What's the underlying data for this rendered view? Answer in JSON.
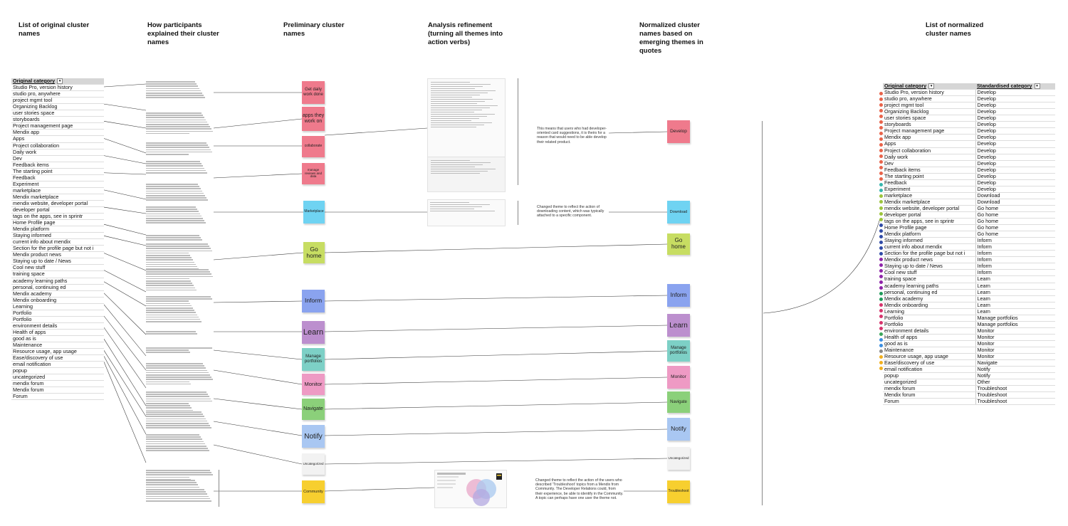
{
  "headers": [
    "List of original cluster names",
    "How participants explained their cluster names",
    "Preliminary cluster names",
    "Analysis refinement (turning all themes into action verbs)",
    "Normalized cluster names based on emerging themes in quotes",
    "List of normalized cluster names"
  ],
  "left_table": {
    "header": "Original category",
    "rows": [
      "Studio Pro, version history",
      "studio pro, anywhere",
      "project mgmt tool",
      "Organizing Backlog",
      "user stories space",
      "storyboards",
      "Project management page",
      "Mendix app",
      "Apps",
      "Project collaboration",
      "Daily work",
      "Dev",
      "Feedback items",
      "The starting point",
      "Feedback",
      "Experiment",
      "marketplace",
      "Mendix marketplace",
      "mendix website, developer portal",
      "developer portal",
      "tags on the apps, see in sprintr",
      "Home Profile page",
      "Mendix platform",
      "Staying informed",
      "current info about mendix",
      "Section for the profile page but not i",
      "Mendix product news",
      "Staying up to date / News",
      "Cool new stuff",
      "training space",
      "academy learning paths",
      "personal, continuing ed",
      "Mendix academy",
      "Mendix onboarding",
      "Learning",
      "Portfolio",
      "Portfolio",
      "environment details",
      "Health of apps",
      "good as is",
      "Maintenance",
      "Resource usage, app usage",
      "Ease/discovery of use",
      "email notification",
      "popup",
      "uncategorized",
      "mendix forum",
      "Mendix forum",
      "Forum"
    ]
  },
  "preliminary_stickies": [
    {
      "label": "Get daily work done",
      "color": "#ef7a8c"
    },
    {
      "label": "apps they work on",
      "color": "#ef7a8c"
    },
    {
      "label": "collaborate",
      "color": "#ef7a8c"
    },
    {
      "label": "manage reviews and data",
      "color": "#ef7a8c"
    },
    {
      "label": "Marketplace",
      "color": "#6fd3f2"
    },
    {
      "label": "Go home",
      "color": "#c7dd62"
    },
    {
      "label": "Inform",
      "color": "#8aa3ef"
    },
    {
      "label": "Learn",
      "color": "#bc8fce"
    },
    {
      "label": "Manage portfolios",
      "color": "#7dd0c6"
    },
    {
      "label": "Monitor",
      "color": "#ee9ac4"
    },
    {
      "label": "Navigate",
      "color": "#8bd07a"
    },
    {
      "label": "Notify",
      "color": "#a9c7f2"
    },
    {
      "label": "Uncategorized",
      "color": "#f2f2f2"
    },
    {
      "label": "Community",
      "color": "#f7cf2f"
    }
  ],
  "normalized_stickies": [
    {
      "label": "Develop",
      "color": "#ef7a8c"
    },
    {
      "label": "Download",
      "color": "#6fd3f2"
    },
    {
      "label": "Go home",
      "color": "#c7dd62"
    },
    {
      "label": "Inform",
      "color": "#8aa3ef"
    },
    {
      "label": "Learn",
      "color": "#bc8fce"
    },
    {
      "label": "Manage portfolios",
      "color": "#7dd0c6"
    },
    {
      "label": "Monitor",
      "color": "#ee9ac4"
    },
    {
      "label": "Navigate",
      "color": "#8bd07a"
    },
    {
      "label": "Notify",
      "color": "#a9c7f2"
    },
    {
      "label": "Uncategorized",
      "color": "#f2f2f2"
    },
    {
      "label": "Troubleshoot",
      "color": "#f7cf2f"
    }
  ],
  "quotes": [
    "This means that users who had developer-oriented card suggestions, it is theirs for a reason that would need to be able develop their related product.",
    "Changed theme to reflect the action of downloading content, which was typically attached to a specific component.",
    "Changed theme to reflect the action of the users who described 'Troubleshoot' topics from a Mendix from Community. The Developer Relations could, from their experience, be able to identify in the Community. A topic can perhaps have one user the theme not."
  ],
  "right_table": {
    "header_original": "Original category",
    "header_standard": "Standardised category",
    "rows": [
      [
        "Studio Pro, version history",
        "Develop",
        "#e8634a"
      ],
      [
        "studio pro, anywhere",
        "Develop",
        "#e8634a"
      ],
      [
        "project mgmt tool",
        "Develop",
        "#e8634a"
      ],
      [
        "Organizing Backlog",
        "Develop",
        "#e8634a"
      ],
      [
        "user stories space",
        "Develop",
        "#e8634a"
      ],
      [
        "storyboards",
        "Develop",
        "#e8634a"
      ],
      [
        "Project management page",
        "Develop",
        "#e8634a"
      ],
      [
        "Mendix app",
        "Develop",
        "#e8634a"
      ],
      [
        "Apps",
        "Develop",
        "#e8634a"
      ],
      [
        "Project collaboration",
        "Develop",
        "#e8634a"
      ],
      [
        "Daily work",
        "Develop",
        "#e8634a"
      ],
      [
        "Dev",
        "Develop",
        "#e8634a"
      ],
      [
        "Feedback items",
        "Develop",
        "#e8634a"
      ],
      [
        "The starting point",
        "Develop",
        "#e8634a"
      ],
      [
        "Feedback",
        "Develop",
        "#e8634a"
      ],
      [
        "Experiment",
        "Develop",
        "#e8634a"
      ],
      [
        "marketplace",
        "Download",
        "#36b6ad"
      ],
      [
        "Mendix marketplace",
        "Download",
        "#36b6ad"
      ],
      [
        "mendix website, developer portal",
        "Go home",
        "#9cc43c"
      ],
      [
        "developer portal",
        "Go home",
        "#9cc43c"
      ],
      [
        "tags on the apps, see in sprintr",
        "Go home",
        "#9cc43c"
      ],
      [
        "Home Profile page",
        "Go home",
        "#9cc43c"
      ],
      [
        "Mendix platform",
        "Go home",
        "#9cc43c"
      ],
      [
        "Staying informed",
        "Inform",
        "#2f4aa6"
      ],
      [
        "current info about mendix",
        "Inform",
        "#2f4aa6"
      ],
      [
        "Section for the profile page but not i",
        "Inform",
        "#2f4aa6"
      ],
      [
        "Mendix product news",
        "Inform",
        "#2f4aa6"
      ],
      [
        "Staying up to date / News",
        "Inform",
        "#2f4aa6"
      ],
      [
        "Cool new stuff",
        "Inform",
        "#2f4aa6"
      ],
      [
        "training space",
        "Learn",
        "#8e24a8"
      ],
      [
        "academy learning paths",
        "Learn",
        "#8e24a8"
      ],
      [
        "personal, continuing ed",
        "Learn",
        "#8e24a8"
      ],
      [
        "Mendix academy",
        "Learn",
        "#8e24a8"
      ],
      [
        "Mendix onboarding",
        "Learn",
        "#8e24a8"
      ],
      [
        "Learning",
        "Learn",
        "#8e24a8"
      ],
      [
        "Portfolio",
        "Manage portfolios",
        "#1f9a5a"
      ],
      [
        "Portfolio",
        "Manage portfolios",
        "#1f9a5a"
      ],
      [
        "environment details",
        "Monitor",
        "#d6336c"
      ],
      [
        "Health of apps",
        "Monitor",
        "#d6336c"
      ],
      [
        "good as is",
        "Monitor",
        "#d6336c"
      ],
      [
        "Maintenance",
        "Monitor",
        "#d6336c"
      ],
      [
        "Resource usage, app usage",
        "Monitor",
        "#d6336c"
      ],
      [
        "Ease/discovery of use",
        "Navigate",
        "#3aa55a"
      ],
      [
        "email notification",
        "Notify",
        "#3b8ee0"
      ],
      [
        "popup",
        "Notify",
        "#3b8ee0"
      ],
      [
        "uncategorized",
        "Other",
        "#888888"
      ],
      [
        "mendix forum",
        "Troubleshoot",
        "#f2b01e"
      ],
      [
        "Mendix forum",
        "Troubleshoot",
        "#f2b01e"
      ],
      [
        "Forum",
        "Troubleshoot",
        "#f2b01e"
      ]
    ]
  }
}
